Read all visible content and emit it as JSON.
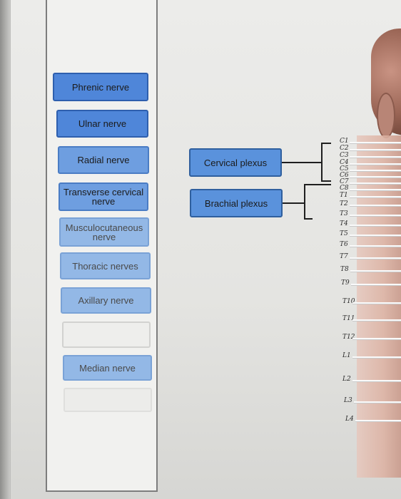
{
  "left_bank": {
    "items": [
      {
        "label": "Phrenic nerve",
        "state": "full"
      },
      {
        "label": "Ulnar nerve",
        "state": "full"
      },
      {
        "label": "Radial nerve",
        "state": "mid"
      },
      {
        "label": "Transverse cervical nerve",
        "state": "mid"
      },
      {
        "label": "Musculocutaneous nerve",
        "state": "faint"
      },
      {
        "label": "Thoracic nerves",
        "state": "faint"
      },
      {
        "label": "Axillary nerve",
        "state": "faint"
      },
      {
        "label": "",
        "state": "empty"
      },
      {
        "label": "Median nerve",
        "state": "faint"
      },
      {
        "label": "",
        "state": "emptier"
      }
    ]
  },
  "targets": {
    "cervical": "Cervical plexus",
    "brachial": "Brachial plexus"
  },
  "spinal_labels": [
    "C1",
    "C2",
    "C3",
    "C4",
    "C5",
    "C6",
    "C7",
    "C8",
    "T1",
    "T2",
    "T3",
    "T4",
    "T5",
    "T6",
    "T7",
    "T8",
    "T9",
    "T10",
    "T11",
    "T12",
    "L1",
    "L2",
    "L3",
    "L4"
  ],
  "colors": {
    "chip_blue": "#4f86d9",
    "chip_border": "#2e5fae",
    "target_blue": "#5a92dc"
  }
}
